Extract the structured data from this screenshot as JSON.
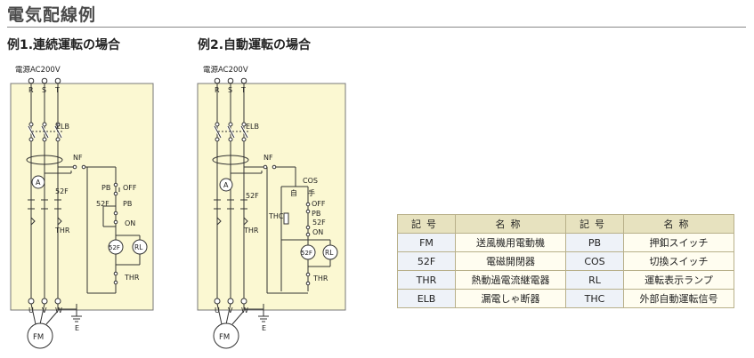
{
  "page_title": "電気配線例",
  "example1": {
    "heading": "例1.連続運転の場合"
  },
  "example2": {
    "heading": "例2.自動運転の場合"
  },
  "labels": {
    "power": "電源AC200V",
    "phase_r": "R",
    "phase_s": "S",
    "phase_t": "T",
    "elb": "ELB",
    "nf": "NF",
    "ammeter": "A",
    "contactor": "52F",
    "thr": "THR",
    "pb": "PB",
    "off": "OFF",
    "on": "ON",
    "rl": "RL",
    "cos": "COS",
    "auto": "自",
    "manual": "手",
    "thc": "THC",
    "u": "U",
    "v": "V",
    "w": "W",
    "earth": "E",
    "motor": "FM"
  },
  "legend": {
    "header": {
      "symbol": "記号",
      "name": "名称"
    },
    "rows": [
      {
        "s1": "FM",
        "n1": "送風機用電動機",
        "s2": "PB",
        "n2": "押釦スイッチ"
      },
      {
        "s1": "52F",
        "n1": "電磁開閉器",
        "s2": "COS",
        "n2": "切換スイッチ"
      },
      {
        "s1": "THR",
        "n1": "熱動過電流継電器",
        "s2": "RL",
        "n2": "運転表示ランプ"
      },
      {
        "s1": "ELB",
        "n1": "漏電しゃ断器",
        "s2": "THC",
        "n2": "外部自動運転信号"
      }
    ]
  },
  "colors": {
    "panel": "#fbf8d2",
    "line": "#333333",
    "header_bg": "#e7e2bf"
  }
}
